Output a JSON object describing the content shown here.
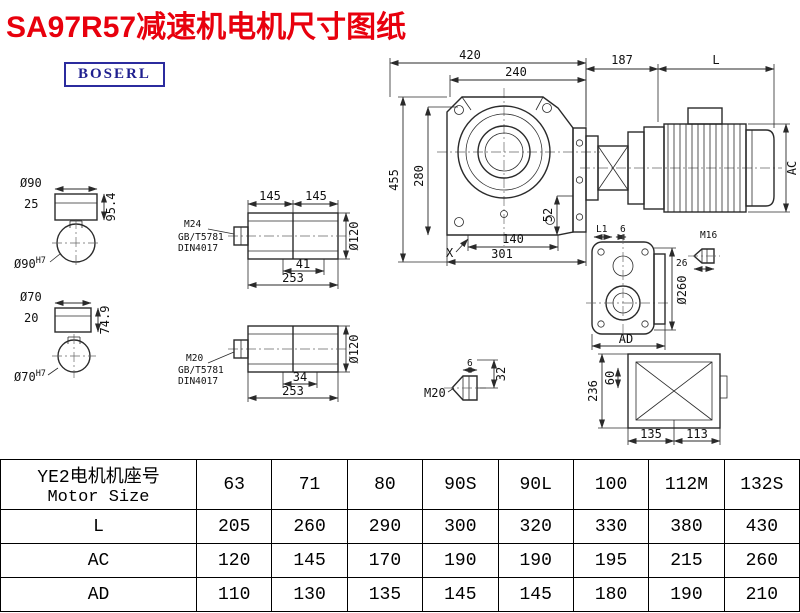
{
  "page": {
    "title": "SA97R57减速机电机尺寸图纸",
    "logo": "BOSERL"
  },
  "drawing": {
    "front_view": {
      "dim_420": "420",
      "dim_240": "240",
      "dim_455": "455",
      "dim_280": "280",
      "dim_52": "52",
      "dim_140": "140",
      "dim_301": "301",
      "label_x": "X"
    },
    "motor_view": {
      "dim_187": "187",
      "dim_l": "L",
      "dim_ac": "AC"
    },
    "shaft_end_1": {
      "dia": "Ø90",
      "key_width": "25",
      "key_depth": "95.4",
      "bore": "Ø90",
      "bore_tol": "H7"
    },
    "shaft_end_2": {
      "dia": "Ø70",
      "key_width": "20",
      "key_depth": "74.9",
      "bore": "Ø70",
      "bore_tol": "H7"
    },
    "shaft_detail_1": {
      "dim_145a": "145",
      "dim_145b": "145",
      "dia": "Ø120",
      "thread": "M24",
      "std1": "GB/T5781",
      "std2": "DIN4017",
      "dim_41": "41",
      "dim_253": "253"
    },
    "shaft_detail_2": {
      "dia": "Ø120",
      "thread": "M20",
      "std1": "GB/T5781",
      "std2": "DIN4017",
      "dim_34": "34",
      "dim_253": "253"
    },
    "side_view": {
      "dim_l1": "L1",
      "dim_6": "6",
      "thread": "M16",
      "dim_26": "26",
      "dia": "Ø260",
      "dim_ad": "AD"
    },
    "plug_detail": {
      "thread": "M20",
      "dim_6": "6",
      "dim_32": "32"
    },
    "rear_view": {
      "dim_236": "236",
      "dim_60": "60",
      "dim_135": "135",
      "dim_113": "113"
    }
  },
  "table": {
    "header_line1": "YE2电机机座号",
    "header_line2": "Motor Size",
    "sizes": [
      "63",
      "71",
      "80",
      "90S",
      "90L",
      "100",
      "112M",
      "132S"
    ],
    "rows": [
      {
        "label": "L",
        "values": [
          "205",
          "260",
          "290",
          "300",
          "320",
          "330",
          "380",
          "430"
        ]
      },
      {
        "label": "AC",
        "values": [
          "120",
          "145",
          "170",
          "190",
          "190",
          "195",
          "215",
          "260"
        ]
      },
      {
        "label": "AD",
        "values": [
          "110",
          "130",
          "135",
          "145",
          "145",
          "180",
          "190",
          "210"
        ]
      }
    ]
  }
}
